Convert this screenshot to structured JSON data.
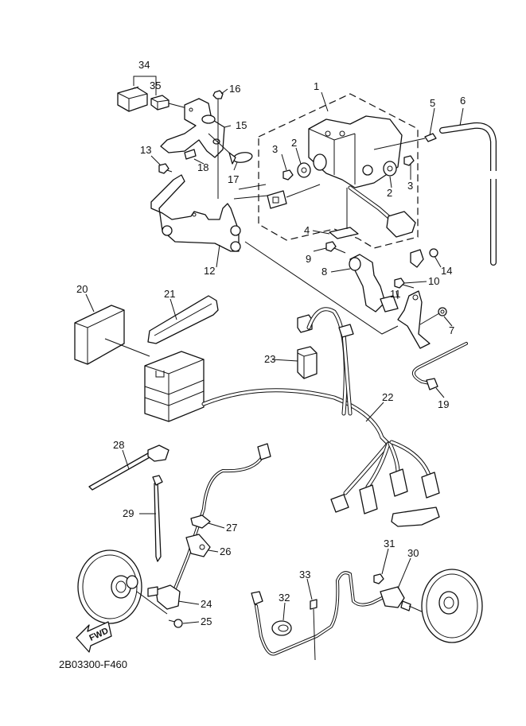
{
  "diagram": {
    "title": "ABS unit / wiring parts diagram",
    "drawing_code": "2B03300-F460",
    "direction_indicator": "FWD",
    "callouts": [
      {
        "id": "1",
        "part": "hydraulic-unit-assembly"
      },
      {
        "id": "2",
        "part": "damper"
      },
      {
        "id": "3",
        "part": "bolt"
      },
      {
        "id": "4",
        "part": "label"
      },
      {
        "id": "5",
        "part": "hose-fitting"
      },
      {
        "id": "6",
        "part": "breather-hose"
      },
      {
        "id": "7",
        "part": "nut"
      },
      {
        "id": "8",
        "part": "stay"
      },
      {
        "id": "9",
        "part": "bolt"
      },
      {
        "id": "10",
        "part": "bolt"
      },
      {
        "id": "11",
        "part": "collar"
      },
      {
        "id": "12",
        "part": "bracket"
      },
      {
        "id": "13",
        "part": "bolt"
      },
      {
        "id": "14",
        "part": "nut"
      },
      {
        "id": "15",
        "part": "bracket"
      },
      {
        "id": "16",
        "part": "bolt"
      },
      {
        "id": "17",
        "part": "clamp"
      },
      {
        "id": "18",
        "part": "damper"
      },
      {
        "id": "19",
        "part": "lead-wire"
      },
      {
        "id": "20",
        "part": "cover"
      },
      {
        "id": "21",
        "part": "band"
      },
      {
        "id": "22",
        "part": "wire-harness"
      },
      {
        "id": "23",
        "part": "relay"
      },
      {
        "id": "24",
        "part": "front-wheel-sensor"
      },
      {
        "id": "25",
        "part": "bolt"
      },
      {
        "id": "26",
        "part": "holder"
      },
      {
        "id": "27",
        "part": "clamp"
      },
      {
        "id": "28",
        "part": "band"
      },
      {
        "id": "29",
        "part": "band"
      },
      {
        "id": "30",
        "part": "rear-wheel-sensor"
      },
      {
        "id": "31",
        "part": "bolt"
      },
      {
        "id": "32",
        "part": "clamp"
      },
      {
        "id": "33",
        "part": "band"
      },
      {
        "id": "34",
        "part": "coupler"
      },
      {
        "id": "35",
        "part": "coupler"
      }
    ]
  }
}
